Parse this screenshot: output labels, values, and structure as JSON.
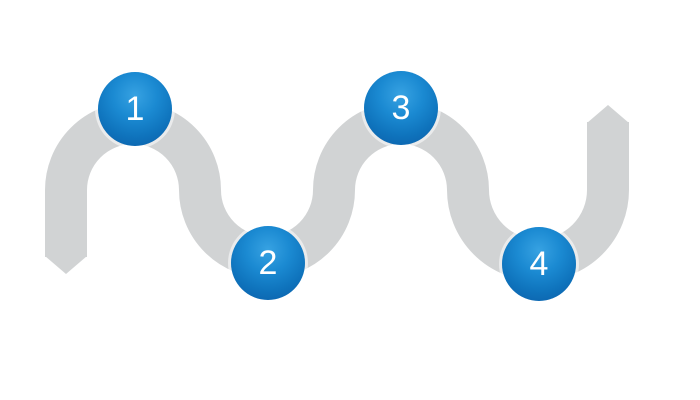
{
  "diagram": {
    "background_color": "#ffffff",
    "path_color": "#d1d3d4",
    "step_fill_highlight": "#37a2e2",
    "step_fill_main": "#1580c8",
    "step_fill_edge": "#0a5ba6",
    "step_text_color": "#ffffff",
    "steps": [
      {
        "label": "1"
      },
      {
        "label": "2"
      },
      {
        "label": "3"
      },
      {
        "label": "4"
      }
    ]
  }
}
